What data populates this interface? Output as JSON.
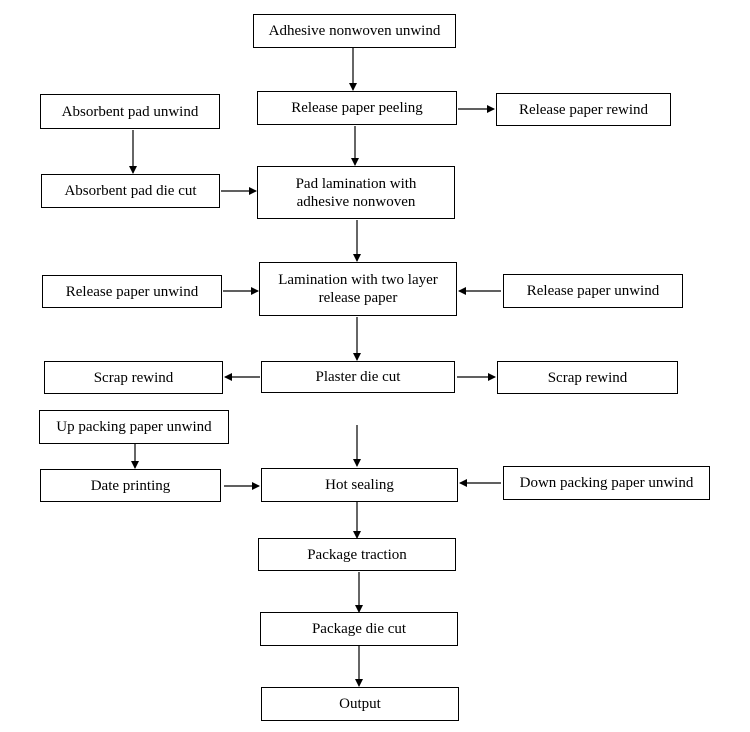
{
  "diagram": {
    "nodes": {
      "adhesive_unwind": "Adhesive nonwoven unwind",
      "release_peeling": "Release paper peeling",
      "release_rewind": "Release paper rewind",
      "absorbent_unwind": "Absorbent pad unwind",
      "absorbent_die_cut": "Absorbent pad die cut",
      "pad_lamination_line1": "Pad lamination with",
      "pad_lamination_line2": "adhesive nonwoven",
      "release_unwind_left": "Release paper unwind",
      "lamination_line1": "Lamination with two layer",
      "lamination_line2": "release paper",
      "release_unwind_right": "Release paper unwind",
      "scrap_rewind_left": "Scrap rewind",
      "plaster_die_cut": "Plaster die cut",
      "scrap_rewind_right": "Scrap rewind",
      "up_packing_unwind": "Up packing paper unwind",
      "date_printing": "Date printing",
      "hot_sealing": "Hot sealing",
      "down_packing_unwind": "Down packing paper unwind",
      "package_traction": "Package traction",
      "package_die_cut": "Package die cut",
      "output": "Output"
    }
  }
}
